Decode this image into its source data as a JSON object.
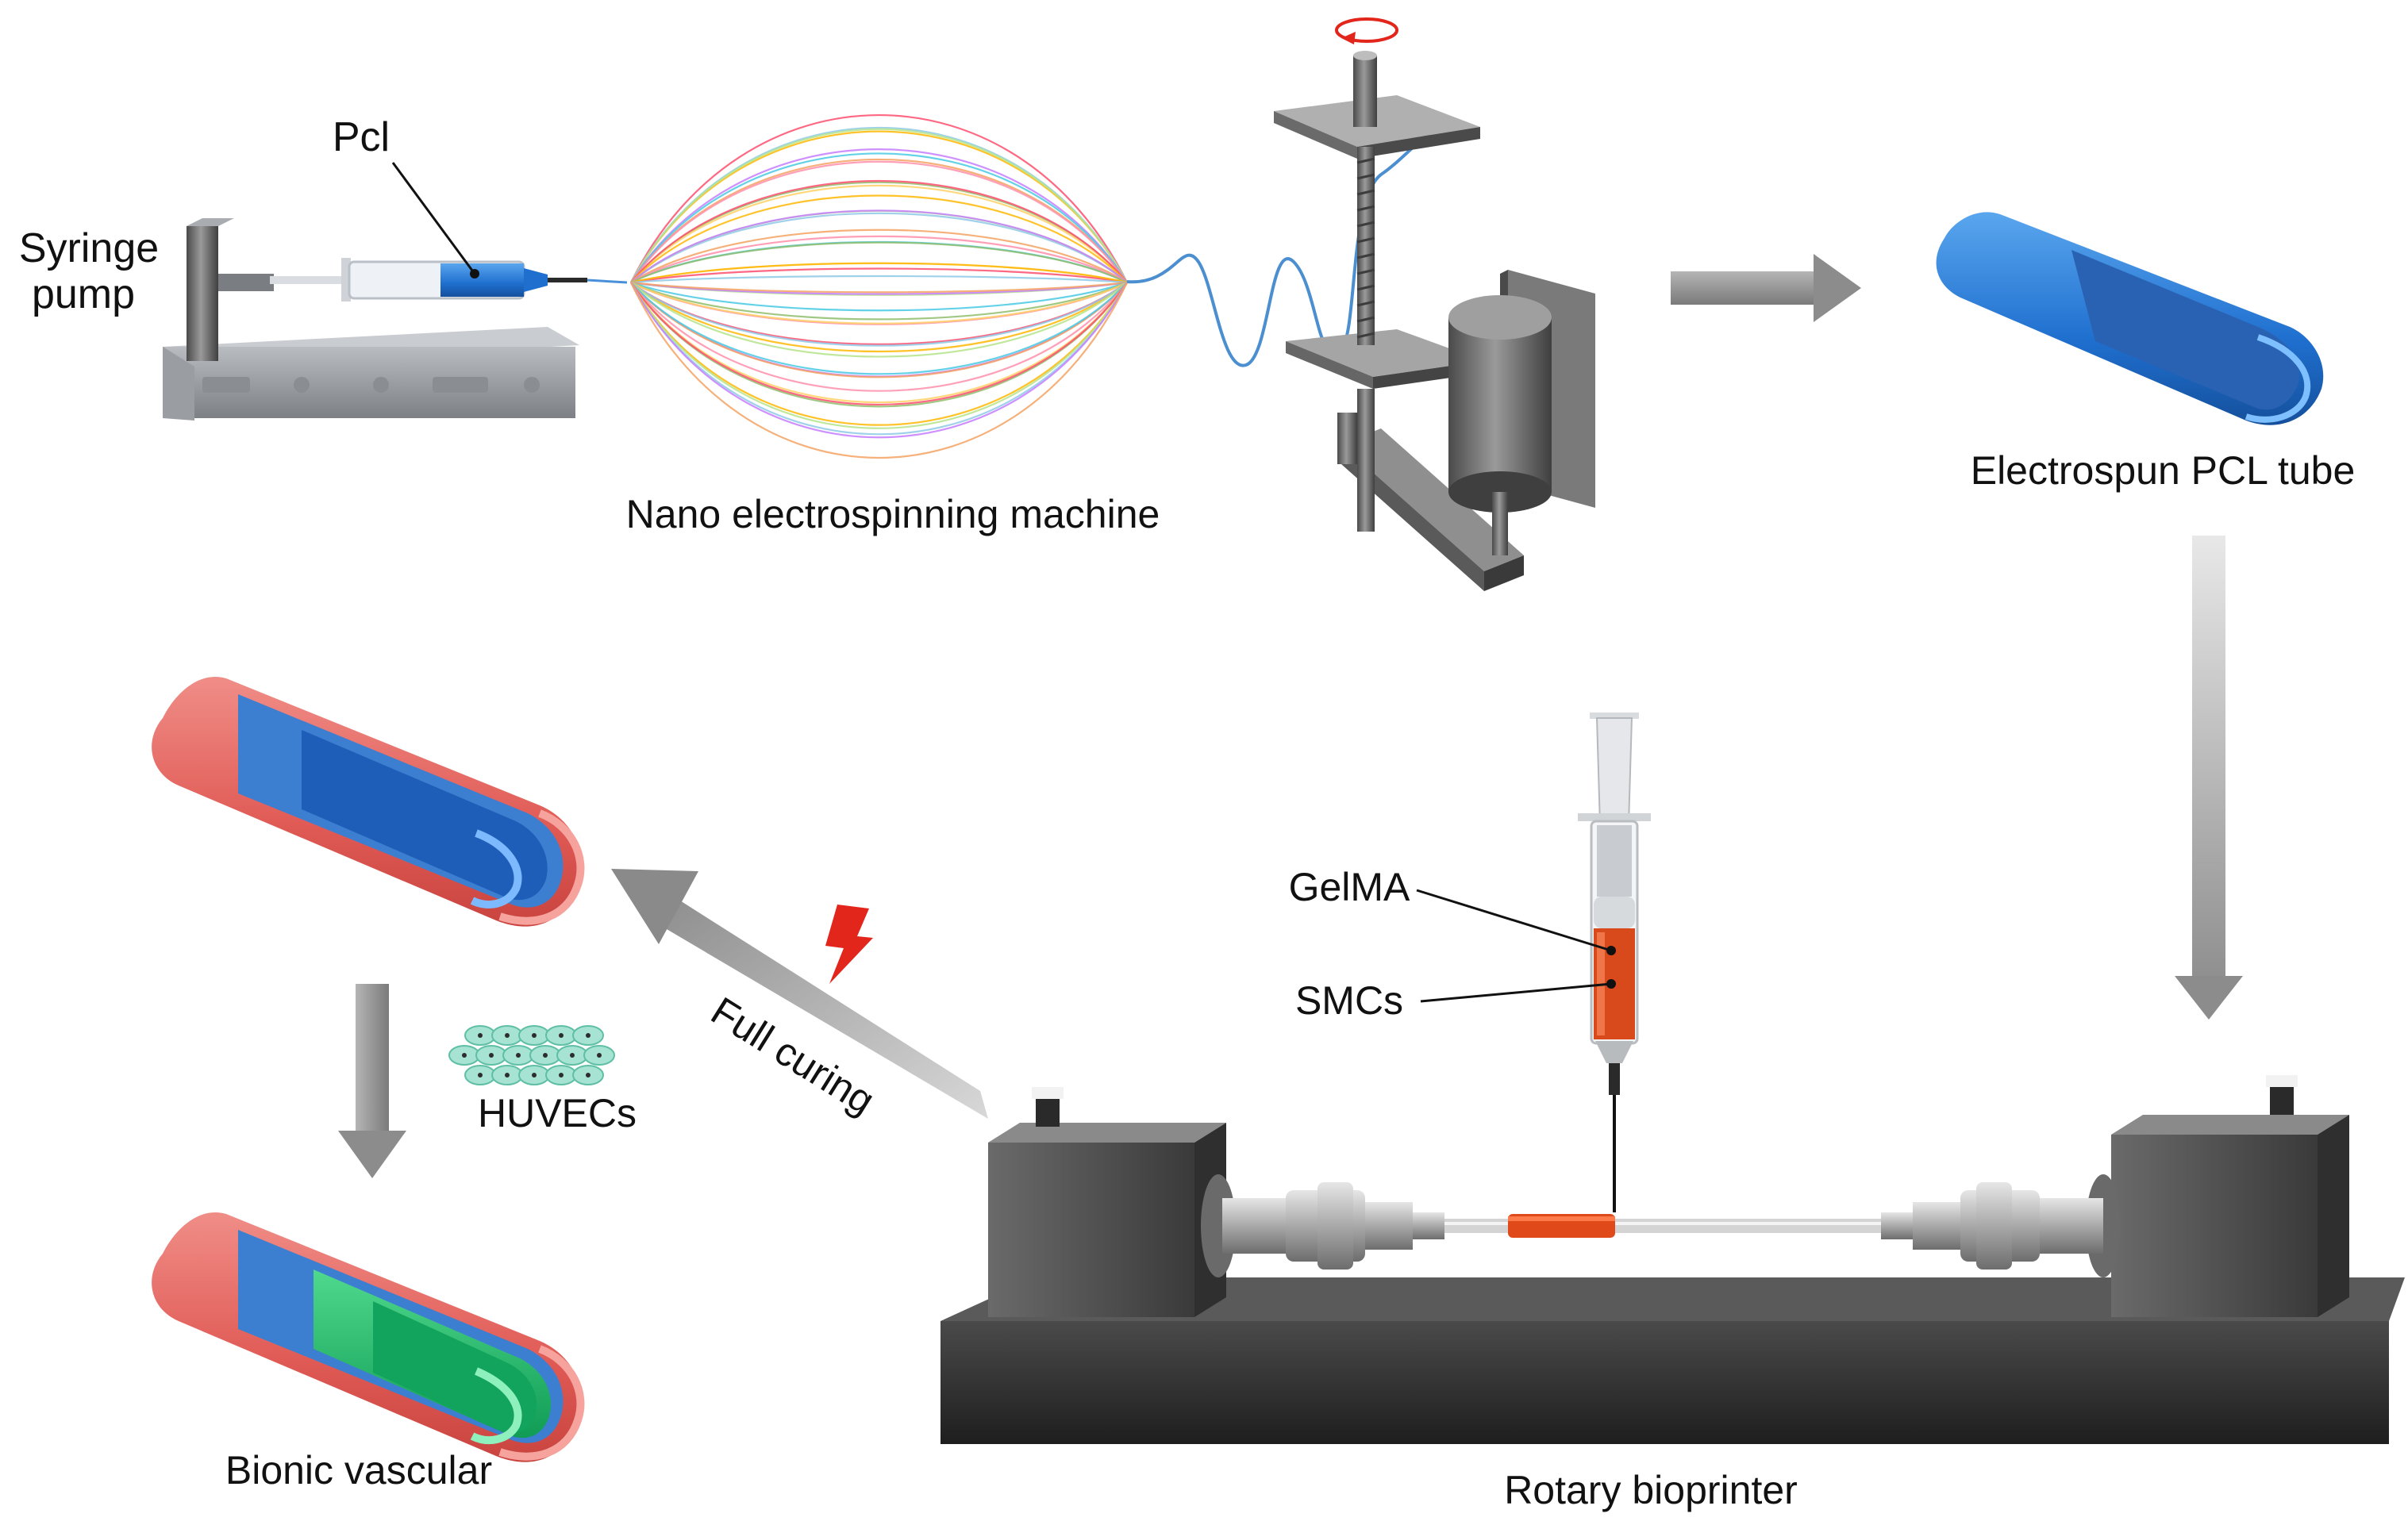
{
  "labels": {
    "syringe_pump_line1": "Syringe",
    "syringe_pump_line2": "pump",
    "pcl": "Pcl",
    "electrospinning_machine": "Nano electrospinning machine",
    "pcl_tube": "Electrospun PCL tube",
    "gelma": "GelMA",
    "smcs": "SMCs",
    "full_curing": "Full curing",
    "huvecs": "HUVECs",
    "bionic_vascular": "Bionic vascular",
    "rotary_bioprinter": "Rotary bioprinter"
  },
  "colors": {
    "pcl_blue": "#2f7fd6",
    "vessel_red": "#e8605c",
    "endothelium_green": "#1fb86a",
    "cell_teal": "#8fd9c4",
    "smc_orange": "#e04a1a",
    "metal_dark": "#3d3d3d",
    "arrow_gray": "#8c8c8c"
  },
  "icons": [
    "syringe-pump-icon",
    "syringe-icon",
    "fiber-jet-icon",
    "rotating-collector-icon",
    "rotation-arrow-icon",
    "lightning-icon",
    "cell-layer-icon"
  ]
}
